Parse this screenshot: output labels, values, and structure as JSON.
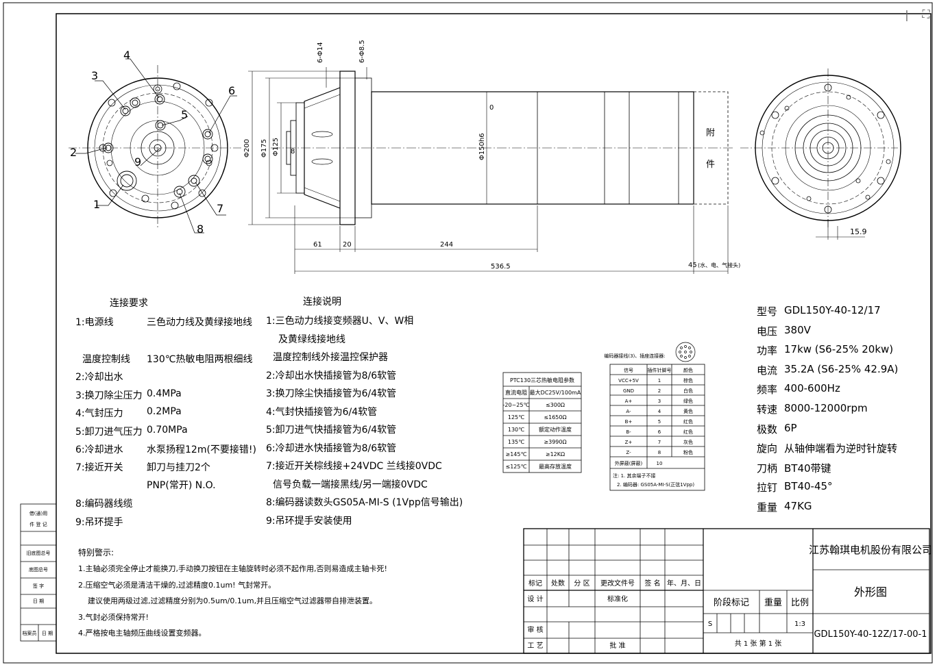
{
  "drawing": {
    "views": {
      "left_labels": [
        "1",
        "2",
        "3",
        "4",
        "5",
        "6",
        "7",
        "8",
        "9"
      ],
      "side_dims": {
        "hole1": "6-Φ14",
        "hole2": "6-Φ8.5",
        "d200": "Φ200",
        "d175": "Φ175",
        "d125": "Φ125",
        "d150": "Φ150h6",
        "small8": "8",
        "zero": "0",
        "len61": "61",
        "len20": "20",
        "len244": "244",
        "total": "536.5",
        "tail": "45",
        "tail_note": "(水、电、气接头)",
        "accessory_1": "附",
        "accessory_2": "件"
      },
      "right_dim": "15.9"
    },
    "connect_req": {
      "title": "连接要求",
      "rows": [
        {
          "k": "1:电源线",
          "v": "三色动力线及黄绿接地线"
        },
        {
          "k": "温度控制线",
          "v": "130℃热敏电阻两根细线"
        },
        {
          "k": "2:冷却出水",
          "v": ""
        },
        {
          "k": "3:换刀除尘压力",
          "v": "0.4MPa"
        },
        {
          "k": "4:气封压力",
          "v": "0.2MPa"
        },
        {
          "k": "5:卸刀进气压力",
          "v": "0.70MPa"
        },
        {
          "k": "6:冷却进水",
          "v": "水泵扬程12m(不要接错!)"
        },
        {
          "k": "7:接近开关",
          "v": "卸刀与挂刀2个"
        },
        {
          "k": "",
          "v": "PNP(常开) N.O."
        },
        {
          "k": "8:编码器线缆",
          "v": ""
        },
        {
          "k": "9:吊环提手",
          "v": ""
        }
      ]
    },
    "connect_desc": {
      "title": "连接说明",
      "lines": [
        "1:三色动力线接变频器U、V、W相",
        "及黄绿线接地线",
        "温度控制线外接温控保护器",
        "2:冷却出水快插接管为8/6软管",
        "3:换刀除尘快插接管为6/4软管",
        "4:气封快插接管为6/4软管",
        "5:卸刀进气快插接管为6/4软管",
        "6:冷却进水快插接管为8/6软管",
        "7:接近开关棕线接+24VDC 兰线接0VDC",
        "信号负载一端接黑线/另一端接0VDC",
        "8:编码器读数头GS05A-MI-S (1Vpp信号输出)",
        "9:吊环提手安装使用"
      ]
    },
    "ptc_table": {
      "title": "PTC130三芯热敏电阻参数",
      "header": [
        "直流电阻",
        "最大DC25V/100mA"
      ],
      "rows": [
        [
          "-20~25℃",
          "≤300Ω"
        ],
        [
          "125℃",
          "≤1650Ω"
        ],
        [
          "130℃",
          "额定动作温度"
        ],
        [
          "135℃",
          "≥3990Ω"
        ],
        [
          "≥145℃",
          "≥12KΩ"
        ],
        [
          "≤125℃",
          "最高存放温度"
        ]
      ]
    },
    "encoder_table": {
      "title": "编码器接线(3)、插座连接器:",
      "header": [
        "信号",
        "插件针脚号",
        "颜色"
      ],
      "rows": [
        [
          "VCC+5V",
          "1",
          "棕色"
        ],
        [
          "GND",
          "2",
          "白色"
        ],
        [
          "A+",
          "3",
          "绿色"
        ],
        [
          "A-",
          "4",
          "黄色"
        ],
        [
          "B+",
          "5",
          "红色"
        ],
        [
          "B-",
          "6",
          "红色"
        ],
        [
          "Z+",
          "7",
          "灰色"
        ],
        [
          "Z-",
          "8",
          "粉色"
        ],
        [
          "外屏蔽(屏蔽)",
          "10",
          ""
        ]
      ],
      "notes": [
        "注: 1. 其余端子不接",
        "2. 编码器: GS05A-MI-S(正弦1Vpp)"
      ]
    },
    "specs": [
      {
        "k": "型号",
        "v": "GDL150Y-40-12/17"
      },
      {
        "k": "电压",
        "v": "380V"
      },
      {
        "k": "功率",
        "v": "17kw (S6-25% 20kw)"
      },
      {
        "k": "电流",
        "v": "35.2A (S6-25% 42.9A)"
      },
      {
        "k": "频率",
        "v": "400-600Hz"
      },
      {
        "k": "转速",
        "v": "8000-12000rpm"
      },
      {
        "k": "极数",
        "v": "6P"
      },
      {
        "k": "旋向",
        "v": "从轴伸端看为逆时针旋转"
      },
      {
        "k": "刀柄",
        "v": "BT40带键"
      },
      {
        "k": "拉钉",
        "v": "BT40-45°"
      },
      {
        "k": "重量",
        "v": "47KG"
      }
    ],
    "warning": {
      "title": "特别警示:",
      "lines": [
        "1.主轴必须完全停止才能换刀,手动换刀按钮在主轴旋转时必须不起作用,否则易造成主轴卡死!",
        "2.压缩空气必须是清洁干燥的,过滤精度0.1um! 气封常开。",
        "建议使用两级过滤,过滤精度分别为0.5um/0.1um,并且压缩空气过滤器带自排泄装置。",
        "3.气封必须保持常开!",
        "4.严格按电主轴频压曲线设置变频器。"
      ]
    },
    "left_strip": [
      "借(通)用",
      "件 登 记",
      "旧底图总号",
      "底图总号",
      "签 字",
      "日 期",
      "档案员",
      "日 期"
    ],
    "title_block": {
      "company": "江苏翰琪电机股份有限公司",
      "name": "外形图",
      "drawing_no": "GDL150Y-40-12Z/17-00-1",
      "labels": [
        "标记",
        "处数",
        "分 区",
        "更改文件号",
        "签 名",
        "年、月、日"
      ],
      "design": "设 计",
      "standard": "标准化",
      "review": "审 核",
      "process": "工 艺",
      "approve": "批 准",
      "stage": "阶段标记",
      "weight": "重量",
      "scale": "比例",
      "stage_val": "S",
      "scale_val": "1:3",
      "sheets": "共  1  张    第  1  张"
    }
  }
}
